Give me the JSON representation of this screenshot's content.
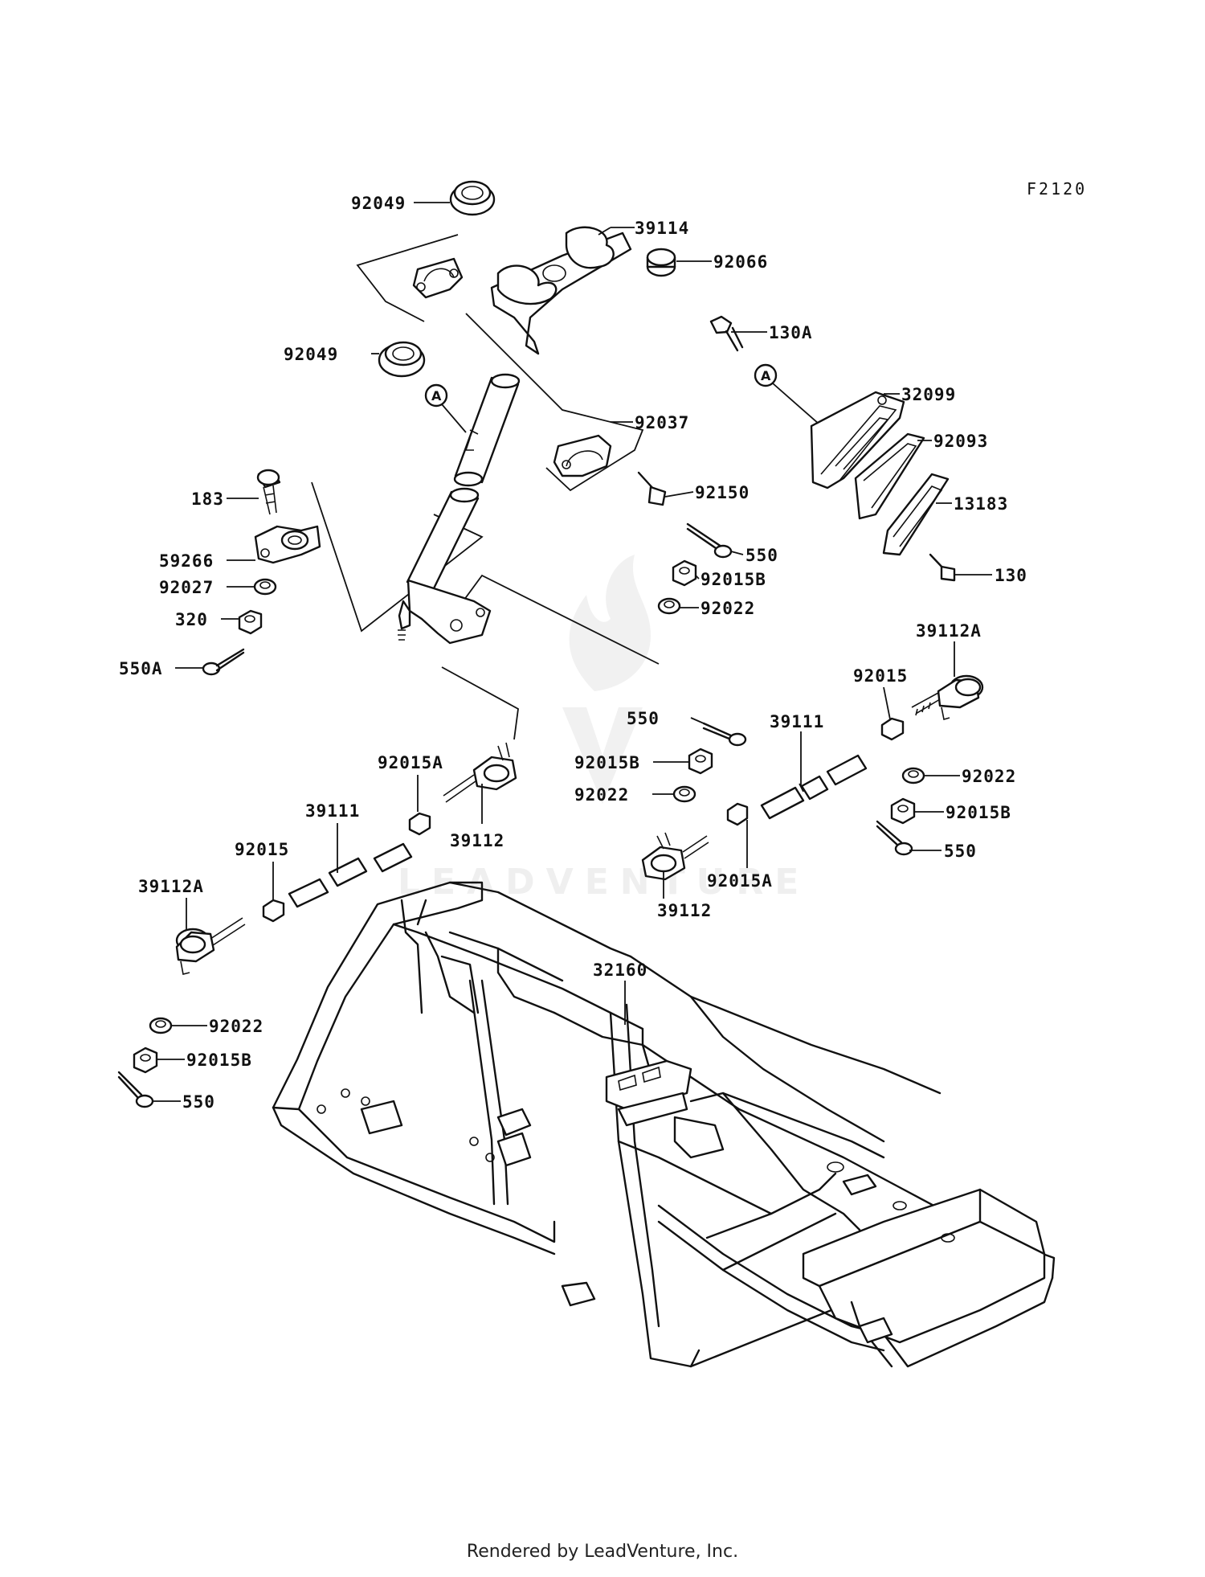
{
  "diagram": {
    "code": "F2120",
    "watermark": "LEADVENTURE",
    "reference_marker": "A",
    "labels": [
      "92049",
      "39114",
      "92066",
      "130A",
      "92049",
      "32099",
      "92093",
      "92037",
      "13183",
      "183",
      "92150",
      "550",
      "59266",
      "92015B",
      "92027",
      "130",
      "320",
      "92022",
      "550A",
      "39112A",
      "92015",
      "550",
      "39111",
      "92015A",
      "92015B",
      "92022",
      "92022",
      "92015B",
      "39111",
      "550",
      "92015",
      "39112",
      "92015A",
      "39112A",
      "39112",
      "32160",
      "92022",
      "92015B",
      "550"
    ]
  },
  "footer": {
    "text": "Rendered by LeadVenture, Inc."
  }
}
